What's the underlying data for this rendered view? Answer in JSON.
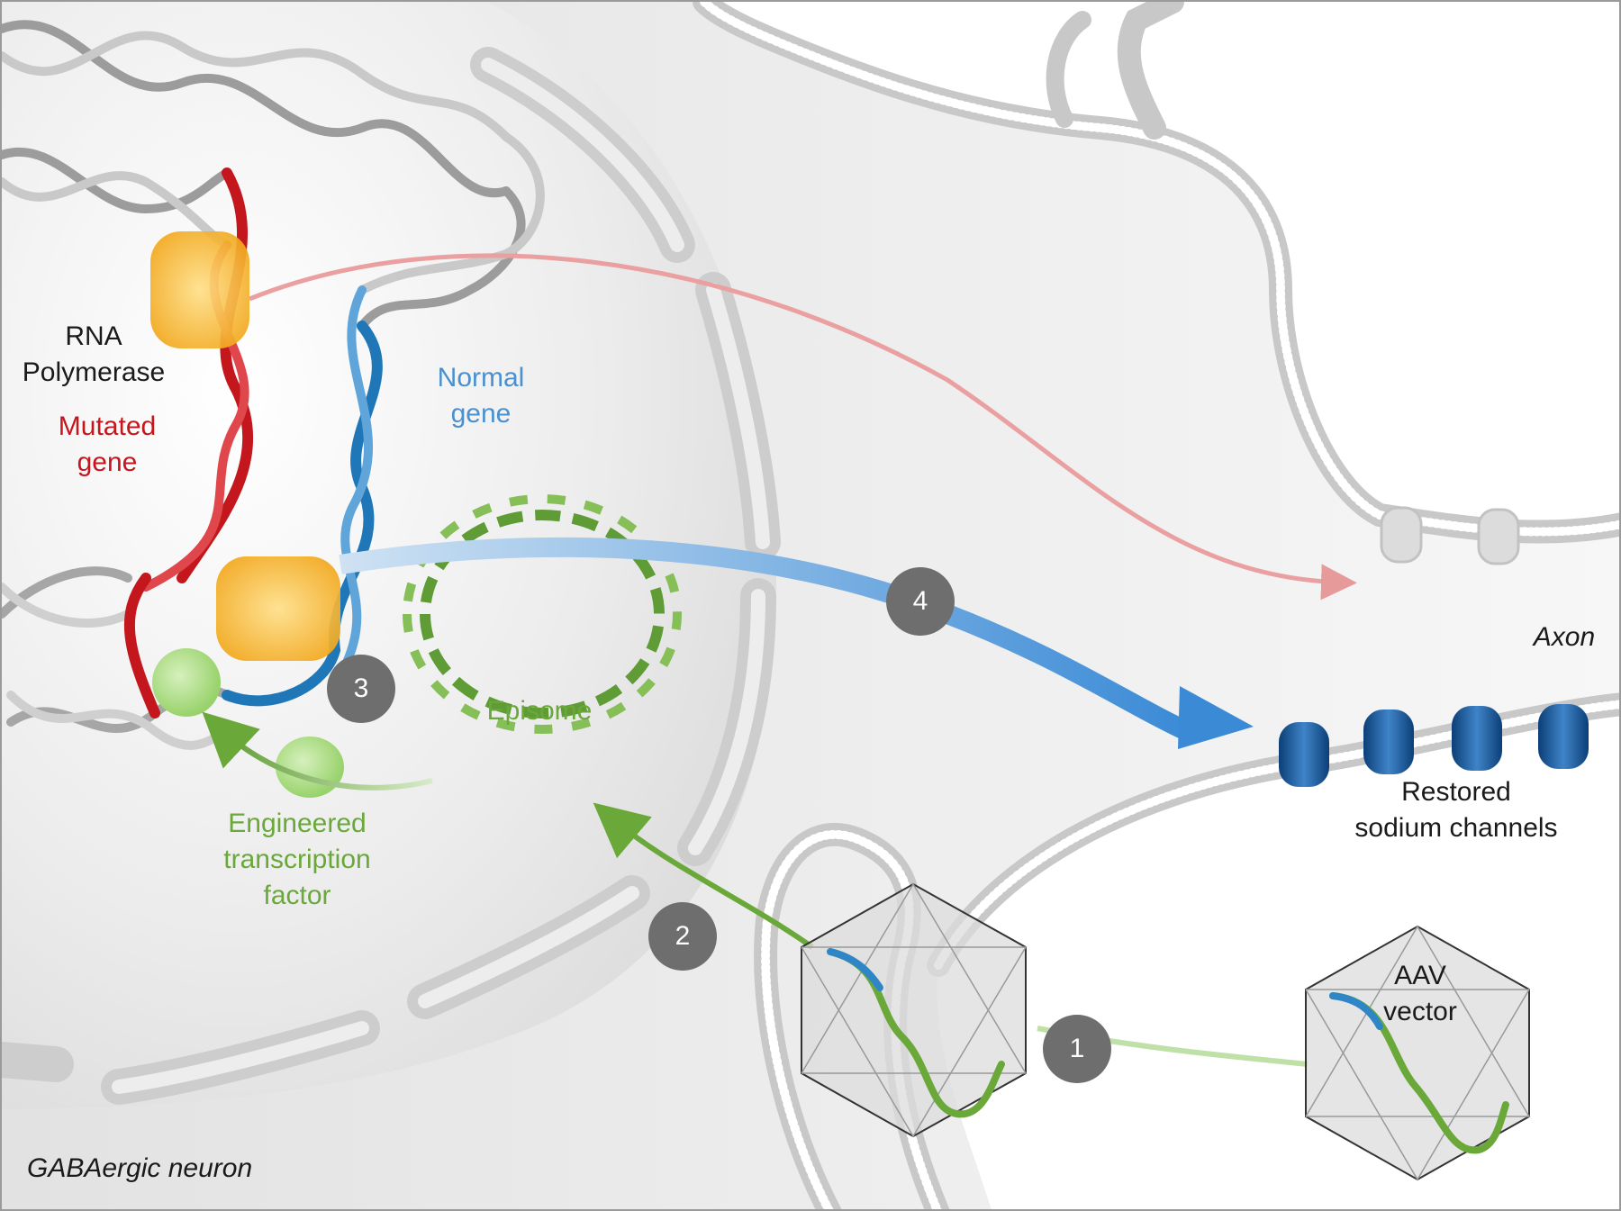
{
  "labels": {
    "rna_polymerase": "RNA\nPolymerase",
    "mutated_gene": "Mutated\ngene",
    "normal_gene": "Normal\ngene",
    "episome": "Episome",
    "engineered_tf": "Engineered\ntranscription\nfactor",
    "axon": "Axon",
    "restored_channels": "Restored\nsodium channels",
    "aav_vector": "AAV\nvector",
    "neuron": "GABAergic neuron"
  },
  "steps": [
    "1",
    "2",
    "3",
    "4"
  ],
  "colors": {
    "mutated": "#c3171d",
    "normal": "#2f86c6",
    "episome": "#5f9c35",
    "polymerase": "#f4b324",
    "channel": "#1f5f9e",
    "membrane": "#cfcfcf",
    "step_badge": "#6e6e6e"
  }
}
